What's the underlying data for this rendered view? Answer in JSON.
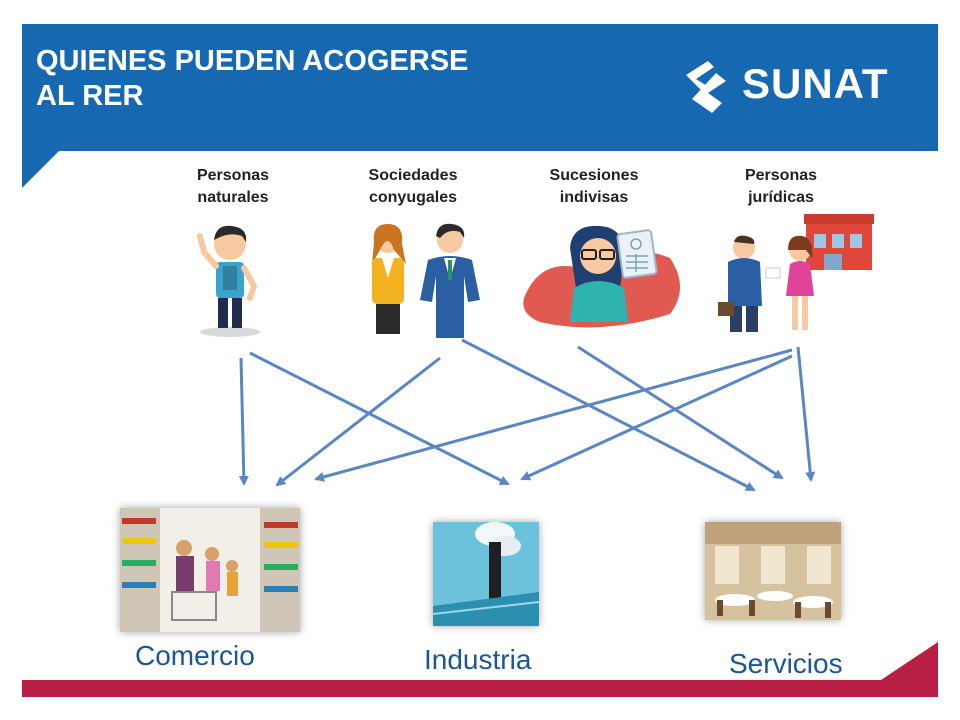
{
  "header": {
    "title": "QUIENES PUEDEN ACOGERSE\nAL RER",
    "logo_text": "SUNAT"
  },
  "groups": [
    {
      "line1": "Personas",
      "line2": "naturales",
      "icon": "person-icon"
    },
    {
      "line1": "Sociedades",
      "line2": "conyugales",
      "icon": "couple-icon"
    },
    {
      "line1": "Sucesiones",
      "line2": "indivisas",
      "icon": "woman-document-icon"
    },
    {
      "line1": "Personas",
      "line2": "jurídicas",
      "icon": "company-icon"
    }
  ],
  "sectors": [
    {
      "label": "Comercio",
      "image": "supermarket-photo"
    },
    {
      "label": "Industria",
      "image": "factory-chimney-photo"
    },
    {
      "label": "Servicios",
      "image": "restaurant-photo"
    }
  ],
  "colors": {
    "header_blue": "#1668b0",
    "footer_red": "#b81f44",
    "arrow": "#5b86c4"
  }
}
